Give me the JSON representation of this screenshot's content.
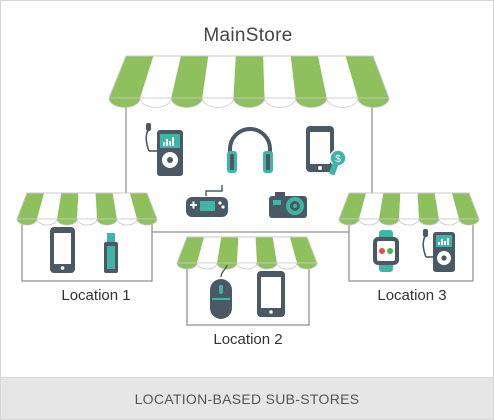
{
  "main_store": {
    "title": "MainStore"
  },
  "locations": [
    {
      "label": "Location 1"
    },
    {
      "label": "Location 2"
    },
    {
      "label": "Location 3"
    }
  ],
  "footer": {
    "label": "LOCATION-BASED SUB-STORES"
  },
  "colors": {
    "awning_green": "#8fc05e",
    "awning_white": "#ffffff",
    "outline": "#888888",
    "device_dark": "#4a5964",
    "device_teal": "#3fb5a8",
    "footer_bg": "#e6e6e6"
  },
  "icons": {
    "main_store": [
      "mp3-player-icon",
      "headphones-icon",
      "smartphone-payment-icon",
      "game-controller-icon",
      "camera-icon"
    ],
    "location_1": [
      "smartphone-icon",
      "usb-drive-icon"
    ],
    "location_2": [
      "computer-mouse-icon",
      "smartphone-icon"
    ],
    "location_3": [
      "smartwatch-icon",
      "mp3-player-icon"
    ]
  }
}
